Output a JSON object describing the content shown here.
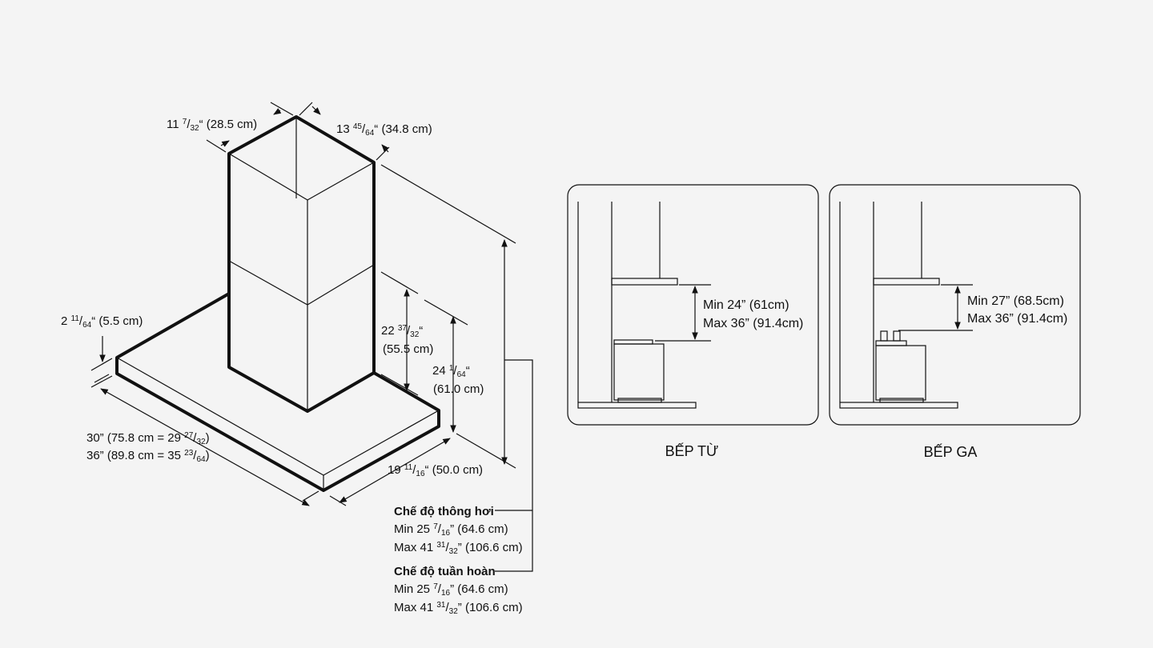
{
  "hood": {
    "width_top_a": {
      "whole": "11",
      "num": "7",
      "den": "32",
      "rest": "“ (28.5 cm)"
    },
    "width_top_b": {
      "whole": "13",
      "num": "45",
      "den": "64",
      "rest": "“ (34.8 cm)"
    },
    "canopy_thickness": {
      "whole": "2",
      "num": "11",
      "den": "64",
      "rest": "“ (5.5 cm)"
    },
    "duct_lower": {
      "line1_whole": "22",
      "line1_num": "37",
      "line1_den": "32",
      "line1_rest": "“",
      "line2": "(55.5 cm)"
    },
    "hood_height": {
      "line1_whole": "24",
      "line1_num": "1",
      "line1_den": "64",
      "line1_rest": "“",
      "line2": "(61.0 cm)"
    },
    "width_30": {
      "prefix": "30” (75.8 cm = 29",
      "num": "27",
      "den": "32",
      "suffix": ")"
    },
    "width_36": {
      "prefix": "36” (89.8 cm = 35",
      "num": "23",
      "den": "64",
      "suffix": ")"
    },
    "depth": {
      "whole": "19",
      "num": "11",
      "den": "16",
      "rest": "“ (50.0 cm)"
    },
    "vent_mode": {
      "title": "Chế độ thông hơi",
      "min": {
        "whole": "Min 25",
        "num": "7",
        "den": "16",
        "rest": "” (64.6 cm)"
      },
      "max": {
        "whole": "Max 41",
        "num": "31",
        "den": "32",
        "rest": "” (106.6 cm)"
      }
    },
    "recirc_mode": {
      "title": "Chế độ tuần hoàn",
      "min": {
        "whole": "Min 25",
        "num": "7",
        "den": "16",
        "rest": "” (64.6 cm)"
      },
      "max": {
        "whole": "Max 41",
        "num": "31",
        "den": "32",
        "rest": "” (106.6 cm)"
      }
    }
  },
  "induction": {
    "min": "Min 24” (61cm)",
    "max": "Max 36” (91.4cm)",
    "caption": "BẾP TỪ"
  },
  "gas": {
    "min": "Min 27” (68.5cm)",
    "max": "Max 36” (91.4cm)",
    "caption": "BẾP GA"
  }
}
